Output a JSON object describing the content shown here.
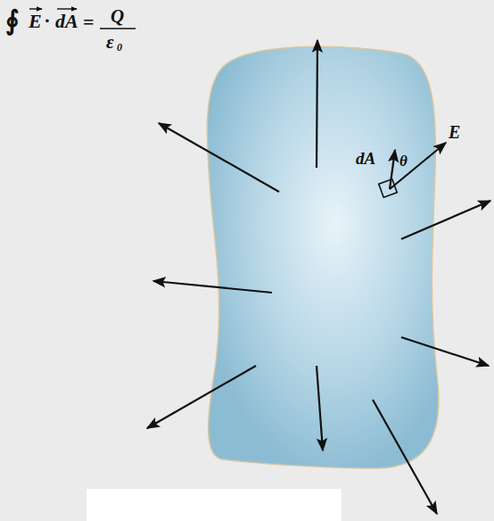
{
  "diagram": {
    "labels": [
      "∮",
      "E",
      "·",
      "dA",
      "=",
      "Q",
      "ε",
      "0",
      "dA",
      "θ",
      "E"
    ]
  }
}
